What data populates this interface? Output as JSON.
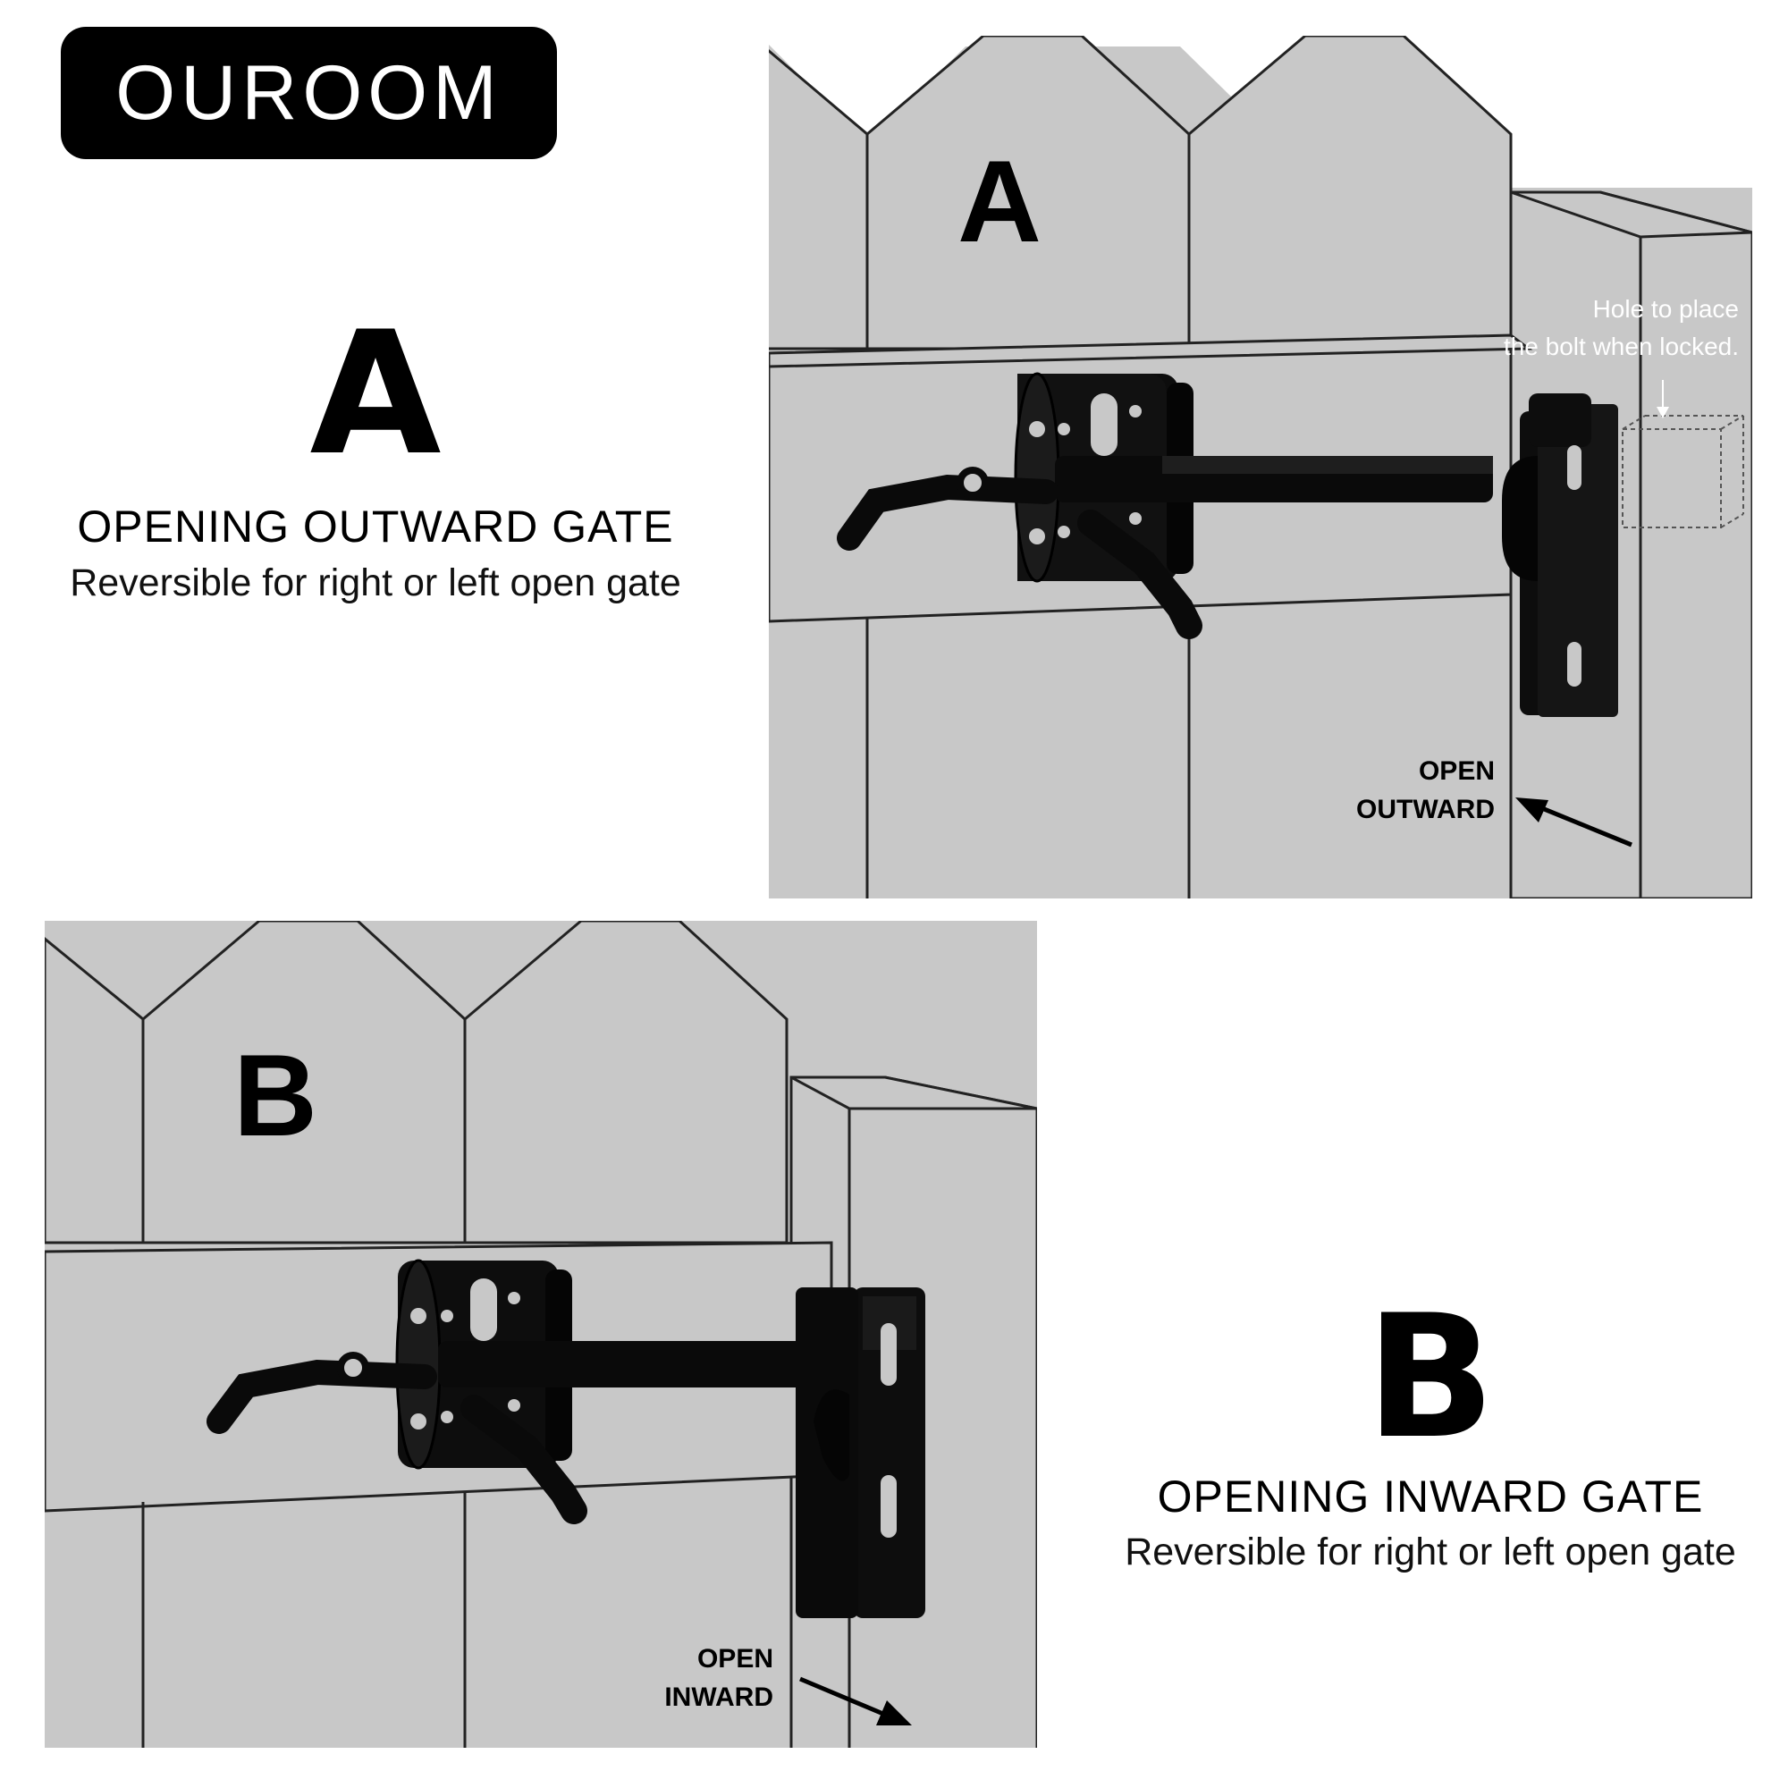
{
  "brand": {
    "name": "OUROOM"
  },
  "section_a": {
    "letter": "A",
    "title": "OPENING OUTWARD GATE",
    "subtitle": "Reversible for right or left open gate",
    "panel_letter": "A",
    "hole_label_line1": "Hole to place",
    "hole_label_line2": "the bolt when locked.",
    "arrow_label_line1": "OPEN",
    "arrow_label_line2": "OUTWARD"
  },
  "section_b": {
    "letter": "B",
    "title": "OPENING INWARD GATE",
    "subtitle": "Reversible for right or left open gate",
    "panel_letter": "B",
    "arrow_label_line1": "OPEN",
    "arrow_label_line2": "INWARD"
  },
  "colors": {
    "panel_gray": "#c8c8c8",
    "outline": "#222222",
    "hardware": "#0d0d0d",
    "brand_bg": "#000000"
  }
}
